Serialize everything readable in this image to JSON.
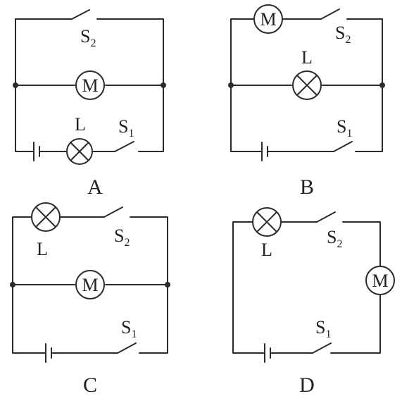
{
  "diagrams": [
    {
      "caption": "A",
      "components": {
        "motor": "M",
        "lamp": "L",
        "switch1": "S",
        "switch1_sub": "1",
        "switch2": "S",
        "switch2_sub": "2"
      }
    },
    {
      "caption": "B",
      "components": {
        "motor": "M",
        "lamp": "L",
        "switch1": "S",
        "switch1_sub": "1",
        "switch2": "S",
        "switch2_sub": "2"
      }
    },
    {
      "caption": "C",
      "components": {
        "motor": "M",
        "lamp": "L",
        "switch1": "S",
        "switch1_sub": "1",
        "switch2": "S",
        "switch2_sub": "2"
      }
    },
    {
      "caption": "D",
      "components": {
        "motor": "M",
        "lamp": "L",
        "switch1": "S",
        "switch1_sub": "1",
        "switch2": "S",
        "switch2_sub": "2"
      }
    }
  ]
}
